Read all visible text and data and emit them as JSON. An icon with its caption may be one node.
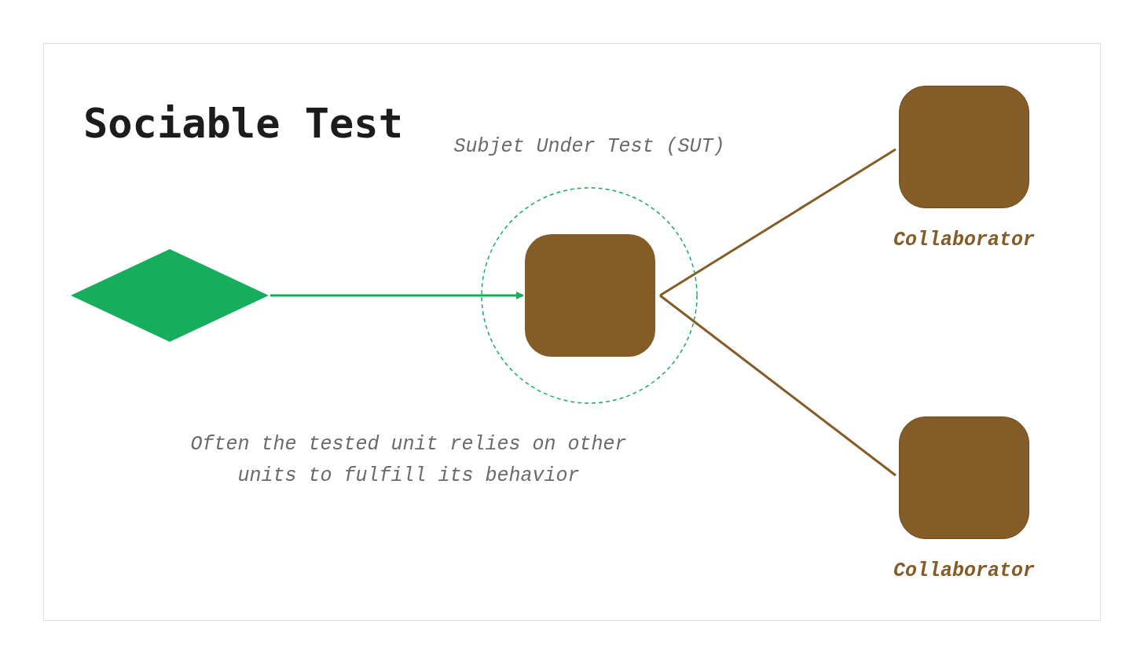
{
  "diagram": {
    "title": "Sociable Test",
    "nodes": [
      {
        "text": [],
        "shape": "diamond"
      },
      {
        "text": [
          "Subjet Under Test (SUT)"
        ]
      },
      {
        "text": [],
        "shape": "box",
        "in": 1
      },
      {
        "text": [
          "Collaborator"
        ]
      },
      {
        "text": [
          "Collaborator"
        ]
      }
    ],
    "edges": [
      {
        "from": 0,
        "to": 2,
        "arrow": "to",
        "color": "#16ad5c"
      },
      {
        "from": 2,
        "to": 3,
        "arrow": "none"
      },
      {
        "from": 2,
        "to": 4,
        "arrow": "none"
      }
    ],
    "labels": [
      "Often the tested unit relies on other units to fulfill its behavior"
    ]
  }
}
